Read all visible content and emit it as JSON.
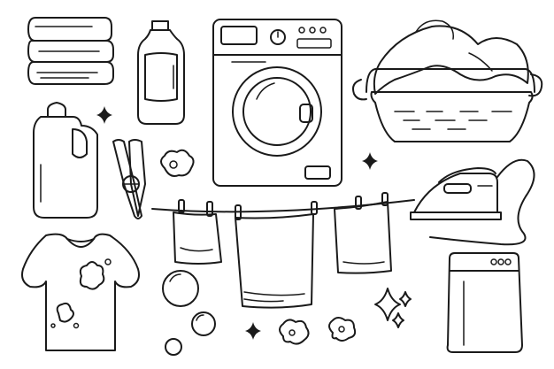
{
  "scene": {
    "background": "#ffffff",
    "ink_color": "#1a1a1a",
    "style": "hand-drawn line doodle",
    "icons": [
      "folded-towels-stack",
      "detergent-bottle-small",
      "washing-machine",
      "laundry-basket",
      "detergent-jug",
      "clothespin",
      "clothesline-with-cloths",
      "steam-iron",
      "stained-t-shirt",
      "soap-bubbles",
      "detergent-powder-bag",
      "sparkles"
    ]
  }
}
